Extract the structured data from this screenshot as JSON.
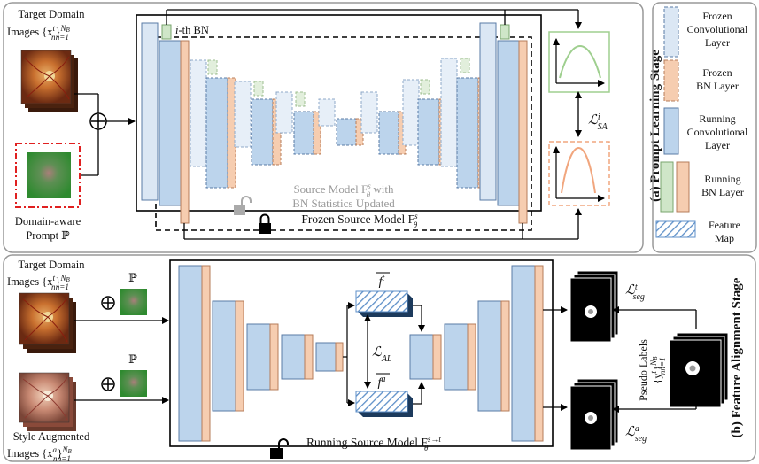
{
  "stage_a": {
    "title": "(a) Prompt Learning Stage",
    "target_domain_label_1": "Target Domain",
    "target_domain_label_2": "Images {x",
    "target_sup": "t",
    "target_sub": "n",
    "target_range_sup": "N",
    "target_range_supsub": "B",
    "target_range_sub": "n=1",
    "prompt_label_1": "Domain-aware",
    "prompt_label_2": "Prompt ℙ",
    "ith_bn_label": "i-th BN",
    "source_model_label_1": "Source Model F",
    "source_model_label_1_sup": "s",
    "source_model_label_1_sub": "θ",
    "source_model_label_1_tail": " with",
    "source_model_label_2": "BN Statistics Updated",
    "frozen_model_label": "Frozen Source Model F",
    "frozen_model_sup": "s",
    "frozen_model_sub": "θ",
    "loss_sa_main": "ℒ",
    "loss_sa_sup": "i",
    "loss_sa_sub": "SA"
  },
  "legend": {
    "frozen_conv_1": "Frozen",
    "frozen_conv_2": "Convolutional",
    "frozen_conv_3": "Layer",
    "frozen_bn_1": "Frozen",
    "frozen_bn_2": "BN Layer",
    "running_conv_1": "Running",
    "running_conv_2": "Convolutional",
    "running_conv_3": "Layer",
    "running_bn_1": "Running",
    "running_bn_2": "BN Layer",
    "feature_map_1": "Feature",
    "feature_map_2": "Map"
  },
  "stage_b": {
    "title": "(b) Feature Alignment Stage",
    "target_domain_label_1": "Target Domain",
    "target_domain_label_2": "Images {x",
    "target_sup": "t",
    "target_sub": "n",
    "target_range_sup": "N",
    "target_range_supsub": "B",
    "target_range_sub": "n=1",
    "style_label_1": "Style Augmented",
    "style_label_2": "Images {x",
    "style_sup": "a",
    "style_sub": "n",
    "style_range_sup": "N",
    "style_range_supsub": "B",
    "style_range_sub": "n=1",
    "prompt_symbol": "ℙ",
    "feature_t": "f",
    "feature_t_sup": "t",
    "feature_a": "f",
    "feature_a_sup": "a",
    "loss_al_main": "ℒ",
    "loss_al_sub": "AL",
    "running_model_label": "Running Source Model F",
    "running_model_sup": "s→t",
    "running_model_sub": "θ",
    "loss_seg_t_main": "ℒ",
    "loss_seg_t_sup": "t",
    "loss_seg_t_sub": "seg",
    "loss_seg_a_main": "ℒ",
    "loss_seg_a_sup": "a",
    "loss_seg_a_sub": "seg",
    "pseudo_label_1": "Pseudo Labels",
    "pseudo_label_2": "{y",
    "pseudo_sup": "t",
    "pseudo_sub": "n",
    "pseudo_range_sup": "N",
    "pseudo_range_supsub": "B",
    "pseudo_range_sub": "n=1"
  },
  "colors": {
    "conv_blue": "#bcd4ec",
    "conv_stroke": "#5a7ba6",
    "bn_orange": "#f6cdb0",
    "bn_stroke": "#b57c5a",
    "bn_green": "#cfe6c8",
    "frozen_conv_fill": "#dbe7f4",
    "red_dash": "#e02020",
    "curve_green": "#9fcf8f",
    "curve_orange": "#f1a67e"
  }
}
